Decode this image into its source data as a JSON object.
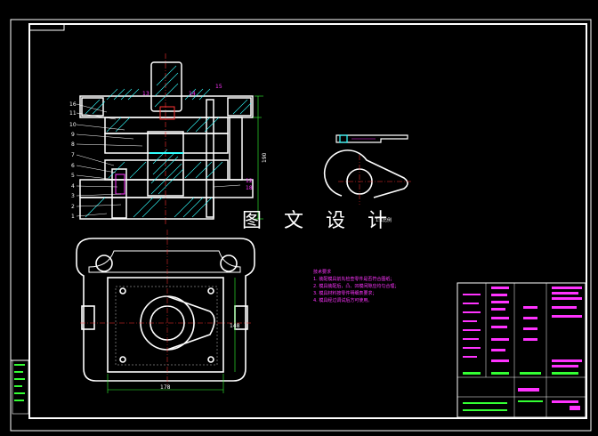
{
  "watermark": {
    "text": "图 文 设 计",
    "small": "1:1比例"
  },
  "tech_requirements": {
    "title": "技术要求",
    "items": [
      "1. 装配模具前先检查零件是否符合图纸；",
      "2. 模具装配后，凸、凹模间隙应均匀合理；",
      "3. 模具材料按零件明细表要求；",
      "4. 模具经过调试后方可使用。"
    ]
  },
  "part_labels_left": [
    "16",
    "11",
    "10",
    "9",
    "8",
    "7",
    "6",
    "5",
    "4",
    "3",
    "2",
    "1"
  ],
  "part_labels_top": [
    "13",
    "14",
    "15"
  ],
  "part_labels_right": [
    "12",
    "18"
  ],
  "dimensions": {
    "plan_width": "178",
    "plan_height": "148",
    "height": "190"
  },
  "colors": {
    "line": "#ffffff",
    "magenta": "#ff33ff",
    "cyan": "#33ffff",
    "green": "#33ff33",
    "red": "#ff3333"
  }
}
